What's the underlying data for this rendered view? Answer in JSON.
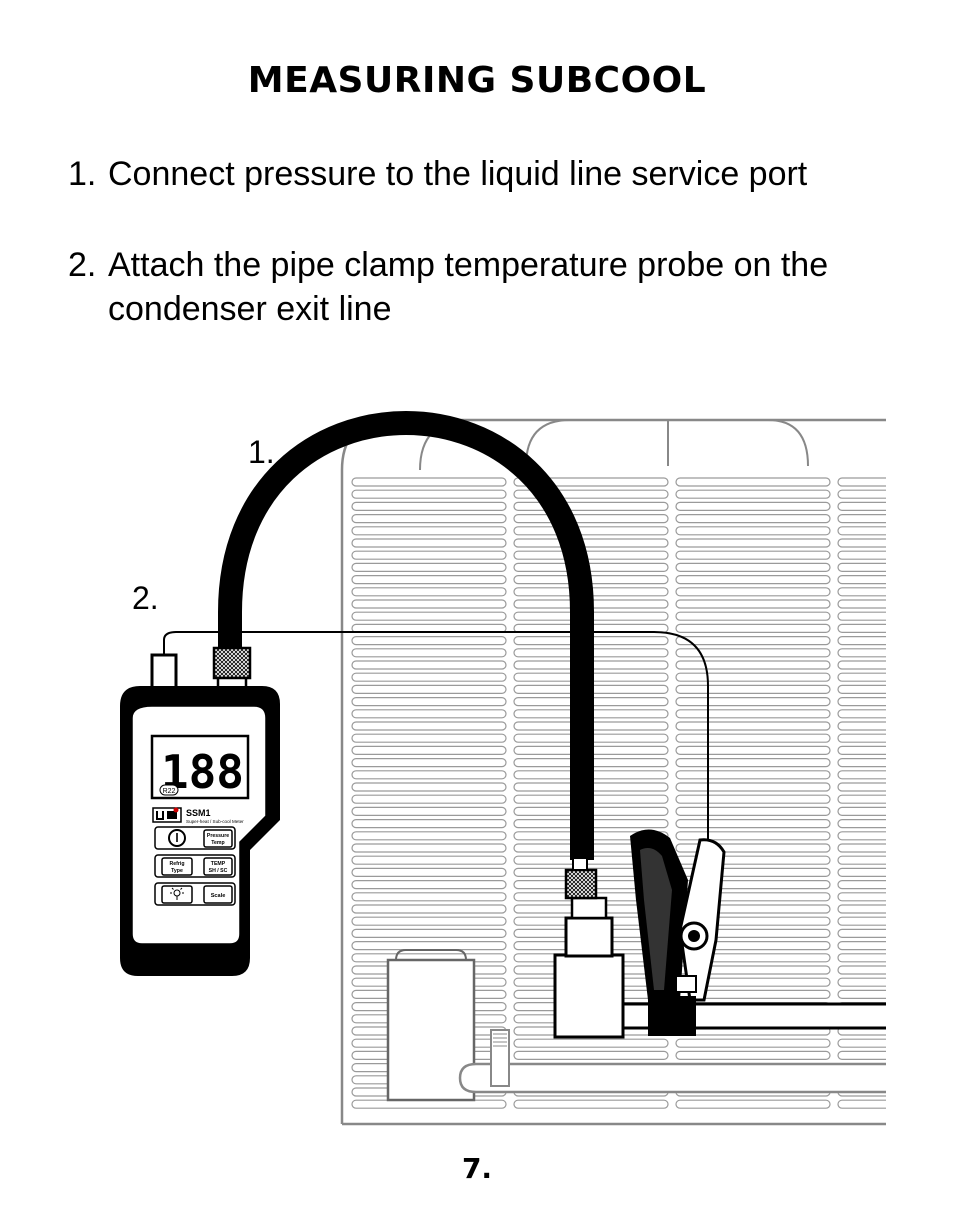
{
  "page": {
    "title": "MEASURING SUBCOOL",
    "page_number": "7."
  },
  "steps": [
    {
      "number": "1.",
      "text": "Connect pressure to the liquid line service port"
    },
    {
      "number": "2.",
      "text": "Attach the pipe clamp temperature probe on the condenser exit line"
    }
  ],
  "figure": {
    "callouts": [
      "1.",
      "2."
    ],
    "meter": {
      "display_value": "188",
      "refrigerant_badge": "R22",
      "model": "SSM1",
      "subtitle": "Super-heat / Sub-cool Meter",
      "buttons": {
        "pressure_temp_line1": "Pressure",
        "pressure_temp_line2": "Temp",
        "refrig_type_line1": "Refrig",
        "refrig_type_line2": "Type",
        "temp_shsc_line1": "TEMP",
        "temp_shsc_line2": "SH / SC",
        "scale": "Scale"
      }
    }
  }
}
